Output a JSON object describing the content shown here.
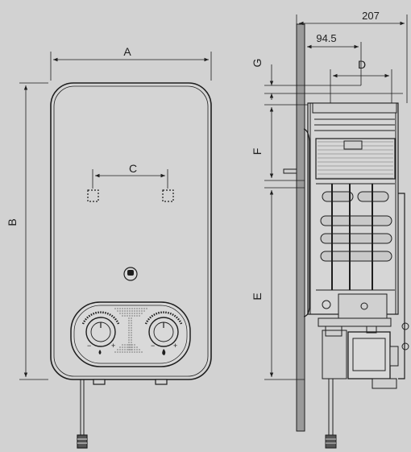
{
  "colors": {
    "background": "#d2d2d2",
    "line": "#1e1e1e",
    "wall": "#9a9a9a",
    "panel": "#d9d9d9",
    "grille": "#8c8c8c"
  },
  "front_view": {
    "dim_width_label": "A",
    "dim_height_label": "B",
    "dim_mount_spacing_label": "C"
  },
  "side_view": {
    "dim_total_depth": "207",
    "dim_wall_offset": "94.5",
    "dim_connection_spacing_label": "D",
    "dim_top_label": "G",
    "dim_mid_label": "F",
    "dim_lower_label": "E"
  },
  "control_panel": {
    "left_knob_minus": "−",
    "left_knob_plus": "+",
    "right_knob_minus": "−",
    "right_knob_plus": "+"
  }
}
